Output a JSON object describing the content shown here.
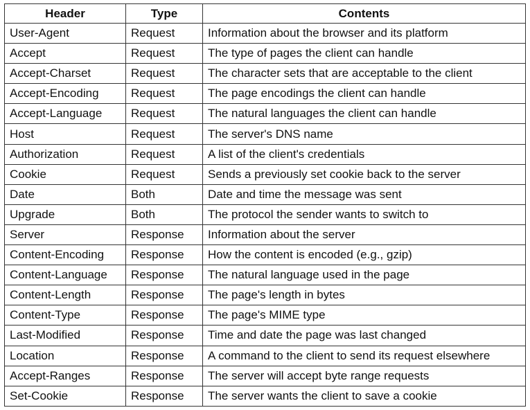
{
  "table": {
    "columns": [
      "Header",
      "Type",
      "Contents"
    ],
    "rows": [
      {
        "header": "User-Agent",
        "type": "Request",
        "contents": "Information about the browser and its platform"
      },
      {
        "header": "Accept",
        "type": "Request",
        "contents": "The type of pages the client can handle"
      },
      {
        "header": "Accept-Charset",
        "type": "Request",
        "contents": "The character sets that are acceptable to the client"
      },
      {
        "header": "Accept-Encoding",
        "type": "Request",
        "contents": "The page encodings the client can handle"
      },
      {
        "header": "Accept-Language",
        "type": "Request",
        "contents": "The natural languages the client can handle"
      },
      {
        "header": "Host",
        "type": "Request",
        "contents": "The server's DNS name"
      },
      {
        "header": "Authorization",
        "type": "Request",
        "contents": "A list of the client's credentials"
      },
      {
        "header": "Cookie",
        "type": "Request",
        "contents": "Sends a previously set cookie back to the server"
      },
      {
        "header": "Date",
        "type": "Both",
        "contents": "Date and time the message was sent"
      },
      {
        "header": "Upgrade",
        "type": "Both",
        "contents": "The protocol the sender wants to switch to"
      },
      {
        "header": "Server",
        "type": "Response",
        "contents": "Information about the server"
      },
      {
        "header": "Content-Encoding",
        "type": "Response",
        "contents": "How the content is encoded (e.g., gzip)"
      },
      {
        "header": "Content-Language",
        "type": "Response",
        "contents": "The natural language used in the page"
      },
      {
        "header": "Content-Length",
        "type": "Response",
        "contents": "The page's length in bytes"
      },
      {
        "header": "Content-Type",
        "type": "Response",
        "contents": "The page's MIME type"
      },
      {
        "header": "Last-Modified",
        "type": "Response",
        "contents": "Time and date the page was last changed"
      },
      {
        "header": "Location",
        "type": "Response",
        "contents": "A command to the client to send its request elsewhere"
      },
      {
        "header": "Accept-Ranges",
        "type": "Response",
        "contents": "The server will accept byte range requests"
      },
      {
        "header": "Set-Cookie",
        "type": "Response",
        "contents": "The server wants the client to save a cookie"
      }
    ]
  }
}
